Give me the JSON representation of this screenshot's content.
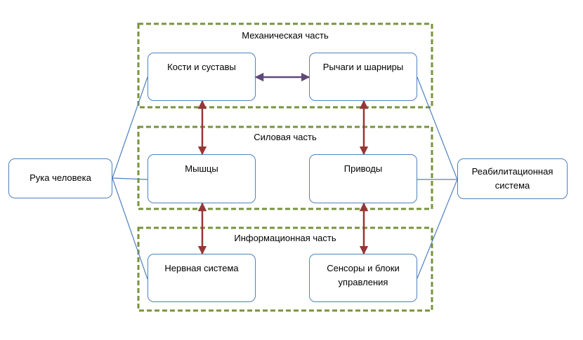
{
  "sections": {
    "mechanical": "Механическая часть",
    "power": "Силовая часть",
    "information": "Информационная часть"
  },
  "nodes": {
    "bones": "Кости и суставы",
    "levers": "Рычаги и шарниры",
    "muscles": "Мышцы",
    "drives": "Приводы",
    "nervous": "Нервная система",
    "sensors": "Сенсоры и блоки\nуправления",
    "human_hand": "Рука человека",
    "rehab": "Реабилитационная\nсистема"
  },
  "colors": {
    "box_border": "#4f81bd",
    "group_border": "#77933c",
    "arrow_red": "#953735",
    "arrow_purple": "#5f497a"
  }
}
